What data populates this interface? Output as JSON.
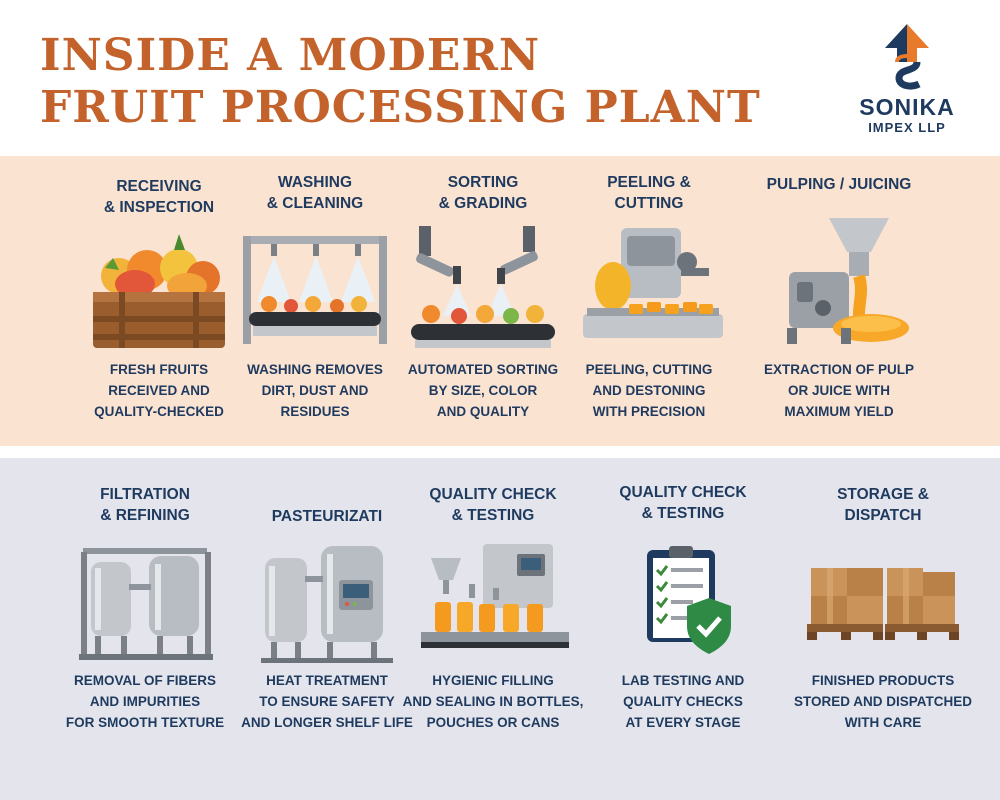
{
  "header": {
    "title_line1": "INSIDE A MODERN",
    "title_line2": "FRUIT PROCESSING PLANT",
    "logo": {
      "icon": "arrow-s-logo-icon",
      "name": "SONIKA",
      "subtitle": "IMPEX LLP"
    }
  },
  "colors": {
    "title": "#c4622c",
    "text": "#1f3a5f",
    "band_top": "#fbe3d2",
    "band_bottom": "#e4e5ec",
    "logo_orange": "#e87a2c",
    "logo_navy": "#1f3a5f"
  },
  "row1": [
    {
      "title1": "RECEIVING",
      "title2": "& INSPECTION",
      "desc1": "FRESH FRUITS",
      "desc2": "RECEIVED AND",
      "desc3": "QUALITY-CHECKED",
      "icon": "fruit-crate-icon"
    },
    {
      "title1": "WASHING",
      "title2": "& CLEANING",
      "desc1": "WASHING REMOVES",
      "desc2": "DIRT, DUST AND",
      "desc3": "RESIDUES",
      "icon": "washing-conveyor-icon"
    },
    {
      "title1": "SORTING",
      "title2": "& GRADING",
      "desc1": "AUTOMATED SORTING",
      "desc2": "BY SIZE, COLOR",
      "desc3": "AND QUALITY",
      "icon": "robotic-sorter-icon"
    },
    {
      "title1": "PEELING &",
      "title2": "CUTTING",
      "desc1": "PEELING, CUTTING",
      "desc2": "AND DESTONING",
      "desc3": "WITH PRECISION",
      "icon": "peeling-machine-icon"
    },
    {
      "title1": "PULPING / JUICING",
      "title2": "",
      "desc1": "EXTRACTION OF PULP",
      "desc2": "OR JUICE WITH",
      "desc3": "MAXIMUM YIELD",
      "icon": "pulper-machine-icon"
    }
  ],
  "row2": [
    {
      "title1": "FILTRATION",
      "title2": "& REFINING",
      "desc1": "REMOVAL OF FIBERS",
      "desc2": "AND IMPURITIES",
      "desc3": "FOR SMOOTH TEXTURE",
      "icon": "filtration-tanks-icon"
    },
    {
      "title1": "PASTEURIZATI",
      "title2": "",
      "desc1": "HEAT TREATMENT",
      "desc2": "TO ENSURE SAFETY",
      "desc3": "AND LONGER SHELF LIFE",
      "icon": "pasteurizer-icon"
    },
    {
      "title1": "QUALITY CHECK",
      "title2": "& TESTING",
      "desc1": "HYGIENIC FILLING",
      "desc2": "AND SEALING IN BOTTLES,",
      "desc3": "POUCHES OR CANS",
      "icon": "bottle-filling-icon"
    },
    {
      "title1": "QUALITY CHECK",
      "title2": "& TESTING",
      "desc1": "LAB TESTING AND",
      "desc2": "QUALITY CHECKS",
      "desc3": "AT EVERY STAGE",
      "icon": "checklist-shield-icon"
    },
    {
      "title1": "STORAGE &",
      "title2": "DISPATCH",
      "desc1": "FINISHED PRODUCTS",
      "desc2": "STORED AND DISPATCHED",
      "desc3": "WITH CARE",
      "icon": "boxes-pallet-icon"
    }
  ]
}
